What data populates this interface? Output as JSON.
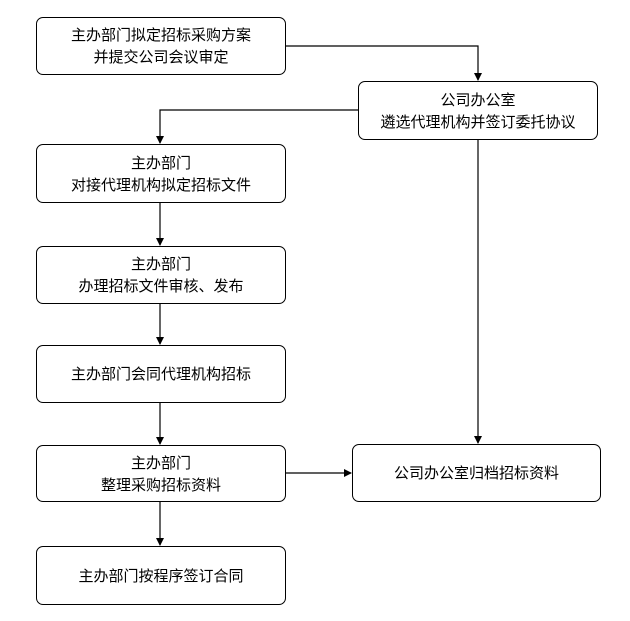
{
  "nodes": {
    "draft_plan": {
      "line1": "主办部门拟定招标采购方案",
      "line2": "并提交公司会议审定"
    },
    "office_select": {
      "line1": "公司办公室",
      "line2": "遴选代理机构并签订委托协议"
    },
    "dept_docs": {
      "line1": "主办部门",
      "line2": "对接代理机构拟定招标文件"
    },
    "dept_review": {
      "line1": "主办部门",
      "line2": "办理招标文件审核、发布"
    },
    "dept_bidding": {
      "line1": "主办部门会同代理机构招标"
    },
    "dept_organize": {
      "line1": "主办部门",
      "line2": "整理采购招标资料"
    },
    "office_archive": {
      "line1": "公司办公室归档招标资料"
    },
    "dept_contract": {
      "line1": "主办部门按程序签订合同"
    }
  }
}
